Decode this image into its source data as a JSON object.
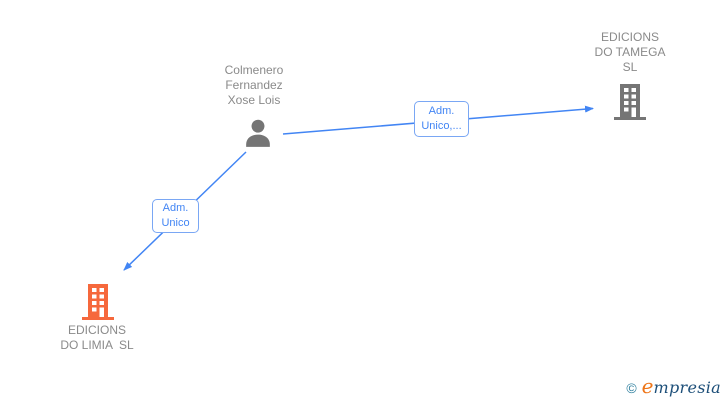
{
  "nodes": {
    "person": {
      "lines": [
        "Colmenero",
        "Fernandez",
        "Xose Lois"
      ],
      "type": "person"
    },
    "tamega": {
      "lines": [
        "EDICIONS",
        "DO TAMEGA",
        "SL"
      ],
      "type": "company"
    },
    "limia": {
      "lines": [
        "EDICIONS",
        "DO LIMIA  SL"
      ],
      "type": "company"
    }
  },
  "edges": {
    "person_to_tamega": {
      "label_lines": [
        "Adm.",
        "Unico,..."
      ]
    },
    "person_to_limia": {
      "label_lines": [
        "Adm.",
        "Unico"
      ]
    }
  },
  "footer": {
    "copyright_symbol": "©",
    "brand_initial": "e",
    "brand_rest": "mpresia"
  },
  "colors": {
    "edge_blue": "#4285f4",
    "edge_label_border": "#7aa7f4",
    "node_gray": "#757575",
    "company_orange": "#f6683c",
    "node_label_gray": "#8a8a8a",
    "logo_teal": "#2e7f9e",
    "logo_orange": "#ee7518",
    "logo_dark_blue": "#1d4f79"
  }
}
